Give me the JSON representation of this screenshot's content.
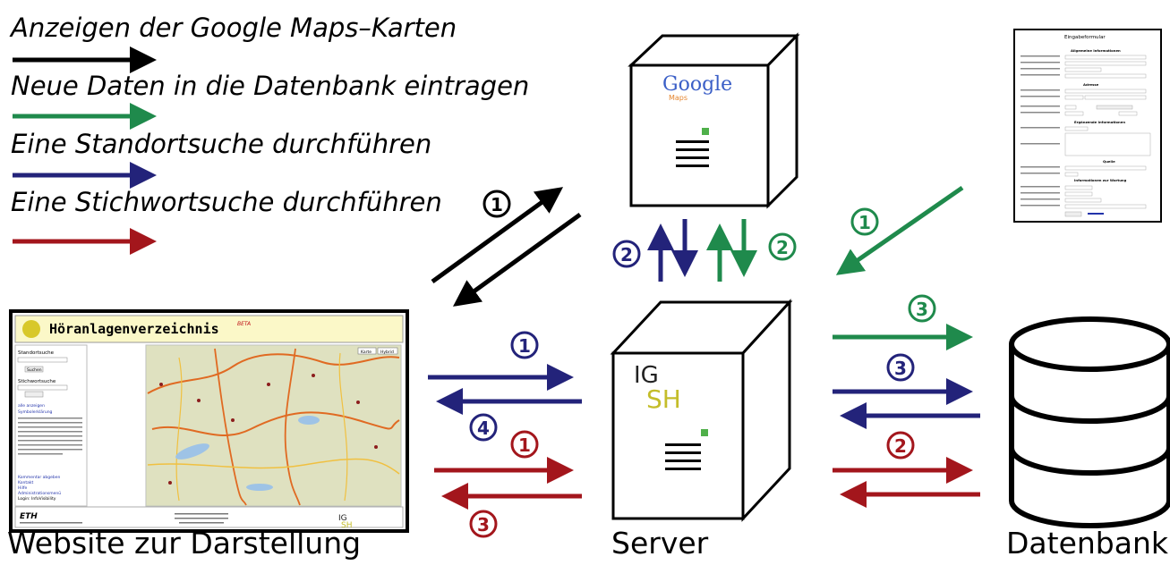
{
  "legend": {
    "items": [
      {
        "label": "Anzeigen der Google Maps–Karten",
        "color": "#000000"
      },
      {
        "label": "Neue Daten in die Datenbank eintragen",
        "color": "#1f8a4c"
      },
      {
        "label": "Eine Standortsuche durchführen",
        "color": "#23237a"
      },
      {
        "label": "Eine Stichwortsuche durchführen",
        "color": "#a3161c"
      }
    ]
  },
  "nodes": {
    "website": {
      "caption": "Website zur Darstellung"
    },
    "server": {
      "caption": "Server"
    },
    "database": {
      "caption": "Datenbank"
    },
    "google": {
      "logo": "Google",
      "sub": "Maps"
    },
    "server_logo": {
      "line1": "IG",
      "line2": "SH"
    }
  },
  "step_numbers": {
    "black_1": "1",
    "google_blue_2": "2",
    "google_green_2": "2",
    "green_form_1": "1",
    "website_blue_1": "1",
    "website_blue_4": "4",
    "website_red_1": "1",
    "website_red_3": "3",
    "db_green_3": "3",
    "db_blue_3": "3",
    "db_red_2": "2"
  },
  "website_thumb": {
    "title": "Höranlagenverzeichnis",
    "beta": "BETA",
    "sidebar": {
      "standort_heading": "Standortsuche",
      "stichwort_heading": "Stichwortsuche",
      "button": "Suchen",
      "links": [
        "alle anzeigen",
        "Symbolerklärung"
      ],
      "footer_links": [
        "Kommentar abgeben",
        "Kontakt",
        "Hilfe",
        "Administrationsmenü",
        "Login: InfoVisibility"
      ]
    },
    "map_buttons": [
      "Karte",
      "Hybrid"
    ],
    "footer_logo": "ETH"
  },
  "form_thumb": {
    "title": "Eingabeformular",
    "sections": [
      "Allgemeine Informationen",
      "Adresse",
      "Ergänzende Informationen",
      "Quelle",
      "Informationen zur Wartung"
    ]
  },
  "colors": {
    "black": "#000000",
    "green": "#1f8a4c",
    "blue": "#23237a",
    "red": "#a3161c",
    "google_square": "#4fb04a"
  }
}
